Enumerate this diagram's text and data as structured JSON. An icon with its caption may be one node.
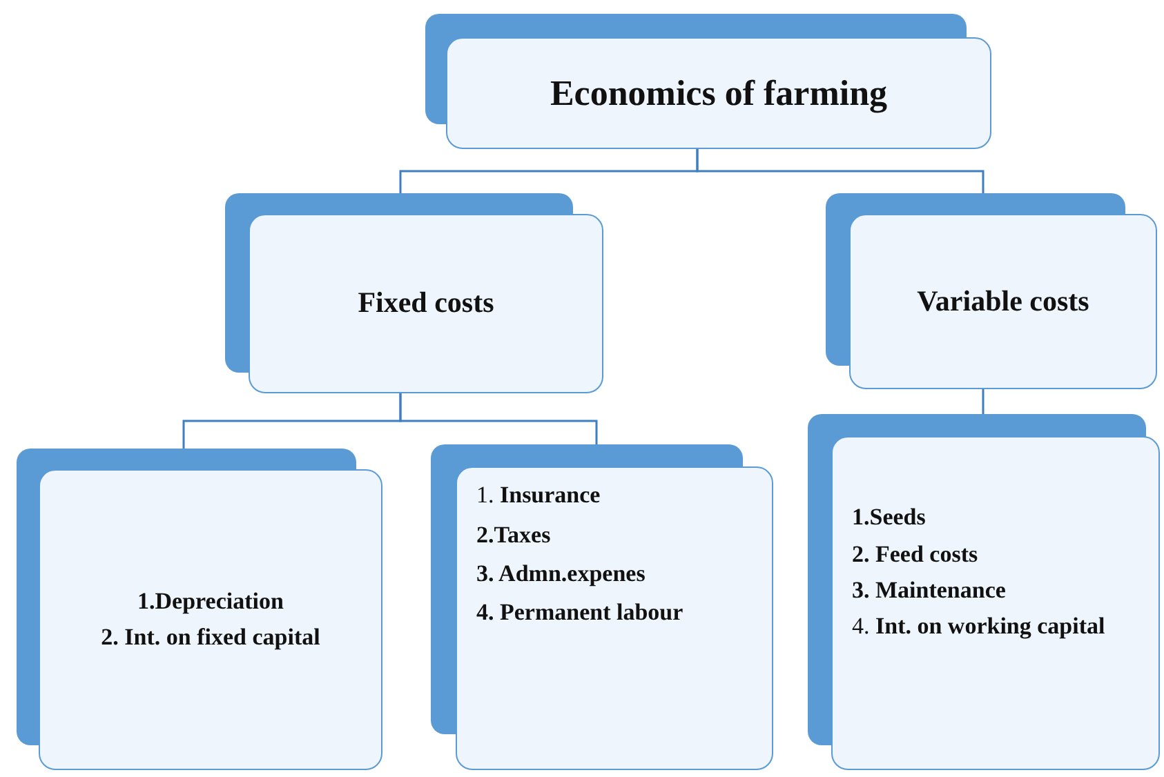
{
  "diagram": {
    "nodes": [
      {
        "text": [
          "Economics of farming"
        ]
      },
      {
        "text": [
          "Fixed costs"
        ]
      },
      {
        "text": [
          "Variable costs"
        ]
      },
      {
        "text": [
          "1.Depreciation",
          "2. Int.  on fixed capital"
        ]
      },
      {
        "text": [
          "1. **Insurance**",
          "2.Taxes",
          "3. Admn.expenes",
          "4. Permanent labour"
        ]
      },
      {
        "text": [
          "1.Seeds",
          "2. Feed costs",
          "3. Maintenance",
          "4. **Int.  on working capital**"
        ]
      }
    ],
    "edges": [
      {
        "from": 0,
        "to": 1,
        "arrow": "none"
      },
      {
        "from": 0,
        "to": 2,
        "arrow": "none"
      },
      {
        "from": 1,
        "to": 3,
        "arrow": "none"
      },
      {
        "from": 1,
        "to": 4,
        "arrow": "none"
      },
      {
        "from": 2,
        "to": 5,
        "arrow": "none"
      }
    ]
  }
}
